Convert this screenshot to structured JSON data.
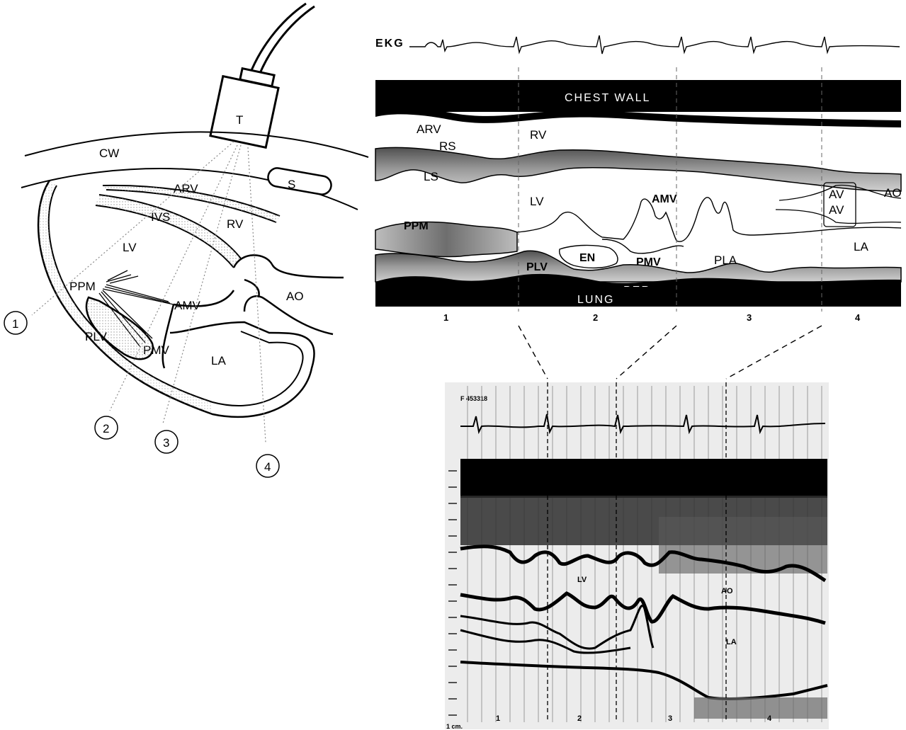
{
  "anatomy": {
    "transducer": "T",
    "chest_wall": "CW",
    "sternum": "S",
    "arv": "ARV",
    "ivs": "IVS",
    "rv": "RV",
    "lv": "LV",
    "ppm": "PPM",
    "amv": "AMV",
    "ao": "AO",
    "plv": "PLV",
    "pmv": "PMV",
    "la": "LA"
  },
  "beam_positions": [
    "①",
    "②",
    "③",
    "④"
  ],
  "mmode": {
    "ekg": "EKG",
    "chest_wall": "CHEST WALL",
    "arv": "ARV",
    "rv": "RV",
    "rs": "RS",
    "ls": "LS",
    "lv": "LV",
    "amv": "AMV",
    "av_top": "AV",
    "av_bottom": "AV",
    "ao": "AO",
    "ppm": "PPM",
    "pmv": "PMV",
    "en": "EN",
    "plv": "PLV",
    "pla": "PLA",
    "la": "LA",
    "per": "PER",
    "lung": "LUNG",
    "positions": [
      "1",
      "2",
      "3",
      "4"
    ]
  },
  "echogram": {
    "id": "F 453318",
    "lv": "LV",
    "ao": "AO",
    "la": "LA",
    "scale": "1 cm.",
    "positions": [
      "1",
      "2",
      "3",
      "4"
    ]
  },
  "colors": {
    "ink": "#000000",
    "mid_gray": "#8a8a8a",
    "light_gray": "#cfcfcf"
  }
}
